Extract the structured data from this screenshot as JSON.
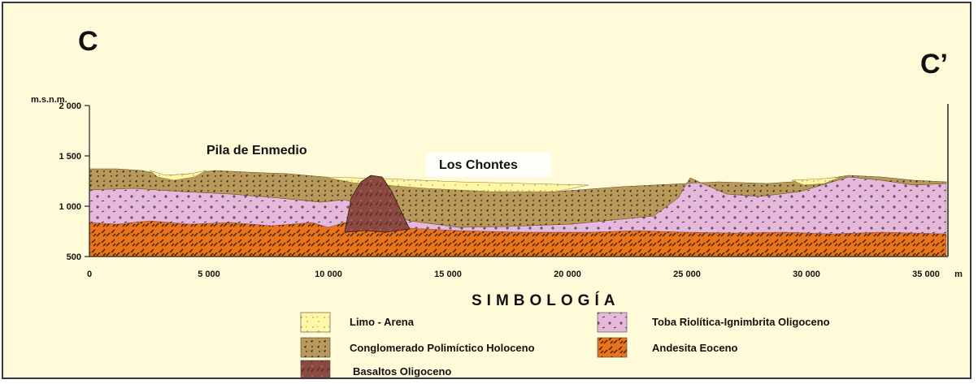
{
  "section": {
    "start_label": "C",
    "end_label": "C’",
    "y_axis_unit": "m.s.n.m.",
    "x_axis_unit": "m",
    "y_ticks": [
      {
        "value": 2000,
        "label": "2 000"
      },
      {
        "value": 1500,
        "label": "1 500"
      },
      {
        "value": 1000,
        "label": "1 000"
      },
      {
        "value": 500,
        "label": "500"
      }
    ],
    "x_ticks": [
      {
        "value": 0,
        "label": "0"
      },
      {
        "value": 5000,
        "label": "5 000"
      },
      {
        "value": 10000,
        "label": "10 000"
      },
      {
        "value": 15000,
        "label": "15 000"
      },
      {
        "value": 20000,
        "label": "20 000"
      },
      {
        "value": 25000,
        "label": "25 000"
      },
      {
        "value": 30000,
        "label": "30 000"
      },
      {
        "value": 35000,
        "label": "35 000"
      }
    ],
    "places": [
      {
        "name": "Pila de Enmedio"
      },
      {
        "name": "Los Chontes"
      }
    ]
  },
  "legend": {
    "title": "SIMBOLOGÍA",
    "units": [
      {
        "key": "limo",
        "label": "Limo - Arena",
        "color": "#fff7a6"
      },
      {
        "key": "conglomerado",
        "label": "Conglomerado Polimíctico Holoceno",
        "color": "#b9995a"
      },
      {
        "key": "basaltos",
        "label": "Basaltos Oligoceno",
        "color": "#8a4a42"
      },
      {
        "key": "toba",
        "label": "Toba Riolítica-Ignimbrita Oligoceno",
        "color": "#e6b8db"
      },
      {
        "key": "andesita",
        "label": "Andesita Eoceno",
        "color": "#e9731a"
      }
    ]
  },
  "colors": {
    "background": "#fffbd9",
    "frame": "#3a3a3a"
  }
}
